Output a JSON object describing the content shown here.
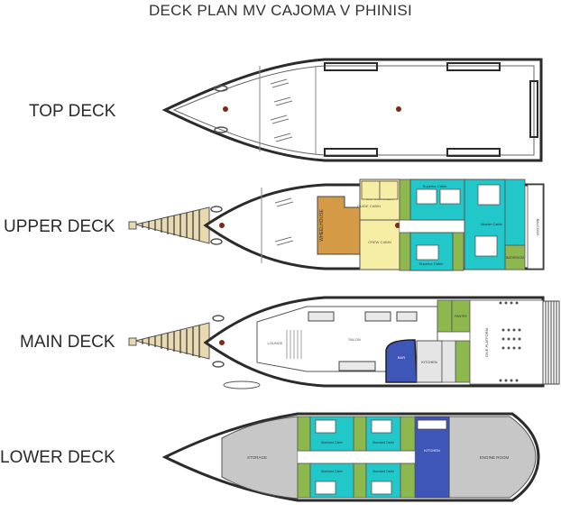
{
  "title": "DECK PLAN MV CAJOMA V PHINISI",
  "decks": {
    "top": "TOP DECK",
    "upper": "UPPER DECK",
    "main": "MAIN DECK",
    "lower": "LOWER DECK"
  },
  "rooms": {
    "upper_wheelhouse": "WHEELHOUSE",
    "upper_captain_cabin": "CAPTAIN CABIN",
    "upper_guide_cabin": "GUIDE CABIN",
    "upper_crew_cabin": "CREW CABIN",
    "upper_cabin_top": "Superior Cabin",
    "upper_cabin_bottom": "Superior Cabin",
    "upper_master_cabin": "Master Cabin",
    "upper_balcony": "BALCONY",
    "upper_bathroom": "BATHROOM",
    "main_lounge": "LOUNGE",
    "main_salon": "SALON",
    "main_bar": "BAR",
    "main_kitchen": "KITCHEN",
    "main_pantry": "PANTRY",
    "main_dive_platform": "DIVE PLATFORM",
    "lower_storage": "STORAGE",
    "lower_kitchen": "KITCHEN",
    "lower_engine_room": "ENGINE ROOM",
    "lower_cabin": "Standard Cabin"
  },
  "colors": {
    "outline": "#2b2b2b",
    "wheelhouse": "#d59a45",
    "yellow": "#f7eea5",
    "teal": "#21c7c9",
    "green": "#8cb84e",
    "blue": "#3e56b8",
    "grey": "#c7c7c7",
    "seat": "#1d2c4f"
  }
}
